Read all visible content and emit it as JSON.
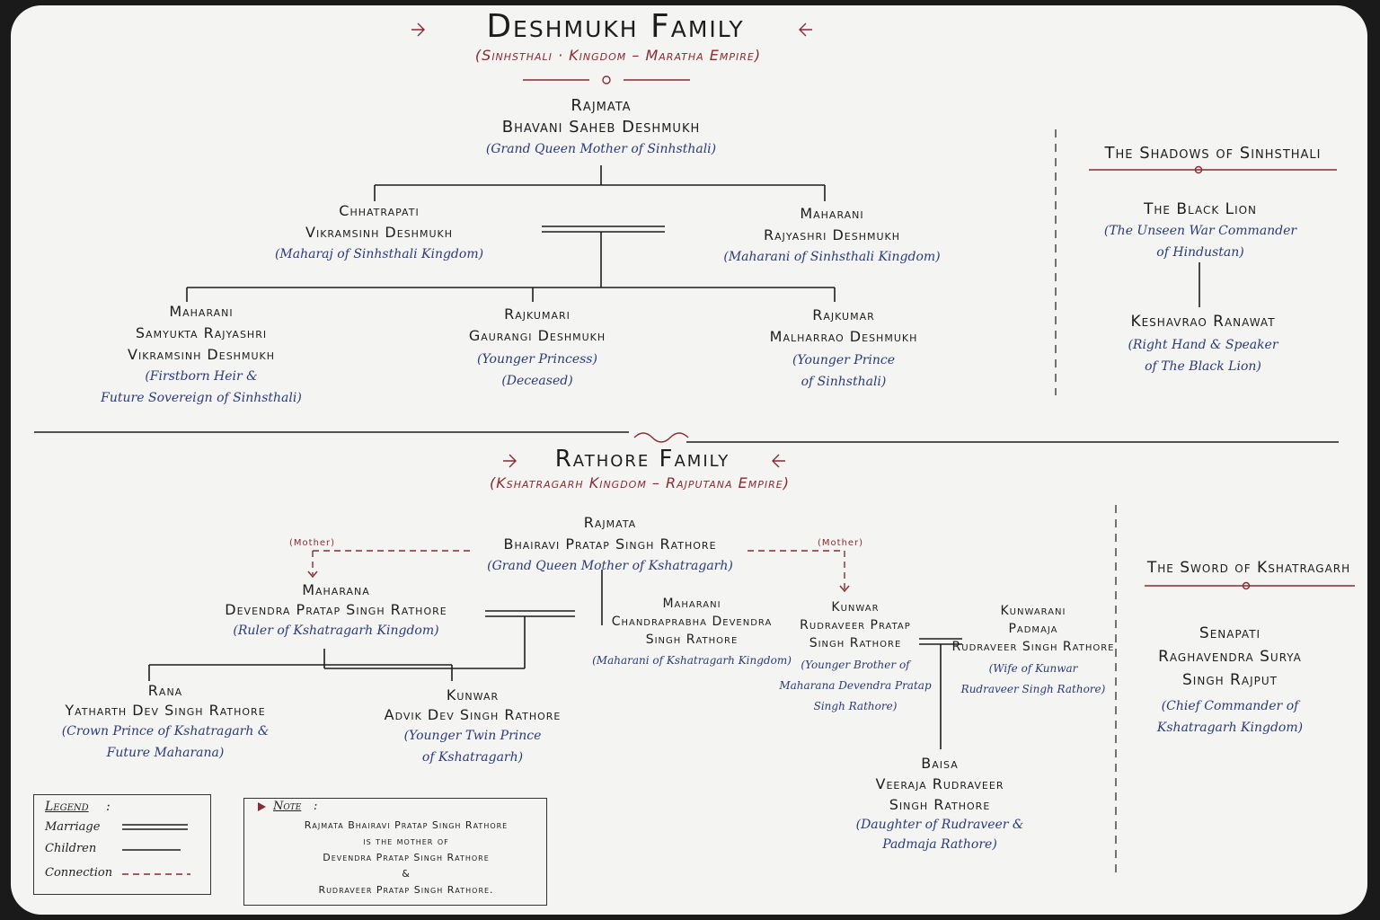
{
  "deshmukh": {
    "title": "Deshmukh Family",
    "subtitle": "(Sinhsthali · Kingdom – Maratha Empire)",
    "rajmata": {
      "l1": "Rajmata",
      "l2": "Bhavani Saheb Deshmukh",
      "desc": "(Grand Queen Mother of Sinhsthali)"
    },
    "chhatrapati": {
      "l1": "Chhatrapati",
      "l2": "Vikramsinh Deshmukh",
      "desc": "(Maharaj of Sinhsthali Kingdom)"
    },
    "maharani": {
      "l1": "Maharani",
      "l2": "Rajyashri Deshmukh",
      "desc": "(Maharani of Sinhsthali Kingdom)"
    },
    "samyukta": {
      "l1": "Maharani",
      "l2": "Samyukta Rajyashri",
      "l3": "Vikramsinh Deshmukh",
      "d1": "(Firstborn Heir &",
      "d2": "Future Sovereign of Sinhsthali)"
    },
    "gaurangi": {
      "l1": "Rajkumari",
      "l2": "Gaurangi Deshmukh",
      "d1": "(Younger Princess)",
      "d2": "(Deceased)"
    },
    "malharrao": {
      "l1": "Rajkumar",
      "l2": "Malharrao Deshmukh",
      "d1": "(Younger Prince",
      "d2": "of Sinhsthali)"
    }
  },
  "shadows": {
    "title": "The Shadows of Sinhsthali",
    "lion": {
      "name": "The Black Lion",
      "d1": "(The Unseen War Commander",
      "d2": "of Hindustan)"
    },
    "keshav": {
      "name": "Keshavrao Ranawat",
      "d1": "(Right Hand & Speaker",
      "d2": "of The Black Lion)"
    }
  },
  "rathore": {
    "title": "Rathore Family",
    "subtitle": "(Kshatragarh Kingdom – Rajputana Empire)",
    "mother_tag": "(Mother)",
    "rajmata": {
      "l1": "Rajmata",
      "l2": "Bhairavi Pratap Singh Rathore",
      "desc": "(Grand Queen Mother of Kshatragarh)"
    },
    "maharana": {
      "l1": "Maharana",
      "l2": "Devendra Pratap Singh Rathore",
      "desc": "(Ruler of Kshatragarh Kingdom)"
    },
    "chandraprabha": {
      "l1": "Maharani",
      "l2": "Chandraprabha Devendra",
      "l3": "Singh Rathore",
      "desc": "(Maharani of Kshatragarh Kingdom)"
    },
    "rudraveer": {
      "l1": "Kunwar",
      "l2": "Rudraveer Pratap",
      "l3": "Singh Rathore",
      "d1": "(Younger Brother of",
      "d2": "Maharana Devendra Pratap",
      "d3": "Singh Rathore)"
    },
    "padmaja": {
      "l1": "Kunwarani",
      "l2": "Padmaja",
      "l3": "Rudraveer Singh Rathore",
      "d1": "(Wife of Kunwar",
      "d2": "Rudraveer Singh Rathore)"
    },
    "yatharth": {
      "l1": "Rana",
      "l2": "Yatharth Dev Singh Rathore",
      "d1": "(Crown Prince of Kshatragarh &",
      "d2": "Future Maharana)"
    },
    "advik": {
      "l1": "Kunwar",
      "l2": "Advik Dev Singh Rathore",
      "d1": "(Younger Twin Prince",
      "d2": "of Kshatragarh)"
    },
    "veeraja": {
      "l1": "Baisa",
      "l2": "Veeraja Rudraveer",
      "l3": "Singh Rathore",
      "d1": "(Daughter of Rudraveer &",
      "d2": "Padmaja Rathore)"
    }
  },
  "sword": {
    "title": "The Sword of Kshatragarh",
    "l1": "Senapati",
    "l2": "Raghavendra Surya",
    "l3": "Singh Rajput",
    "d1": "(Chief Commander of",
    "d2": "Kshatragarh Kingdom)"
  },
  "legend": {
    "title": "Legend",
    "colon": ":",
    "marriage": "Marriage",
    "children": "Children",
    "connection": "Connection"
  },
  "note": {
    "title": "Note",
    "colon": ":",
    "l1": "Rajmata Bhairavi Pratap Singh Rathore",
    "l2": "is the mother of",
    "l3": "Devendra Pratap Singh Rathore",
    "l4": "&",
    "l5": "Rudraveer Pratap Singh Rathore."
  },
  "colors": {
    "ink": "#1d1d1d",
    "accent": "#8a2a32",
    "blue": "#2b3a78",
    "paper": "#f4f4f2"
  }
}
